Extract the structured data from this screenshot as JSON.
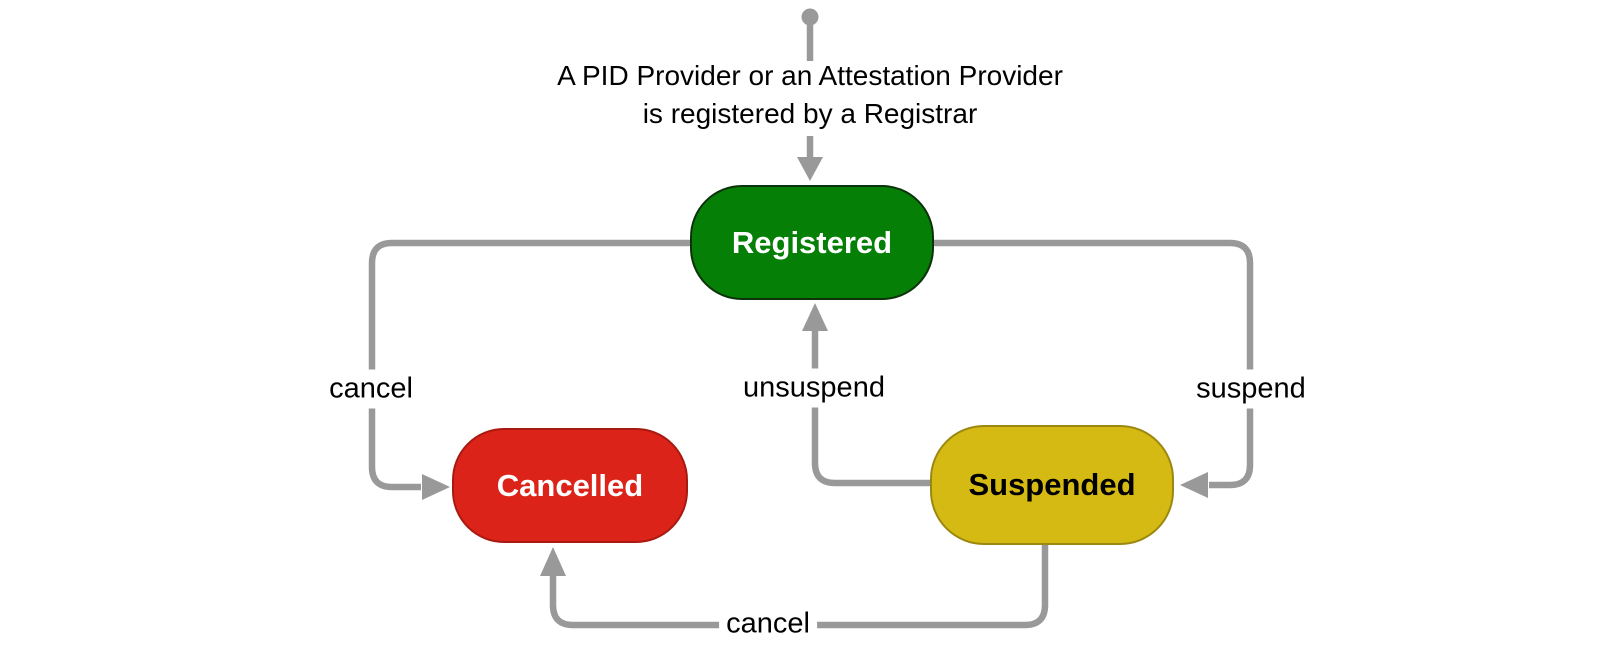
{
  "diagram": {
    "type": "state-diagram",
    "start_caption": {
      "line1": "A PID Provider or an Attestation Provider",
      "line2": "is registered by a Registrar"
    },
    "states": [
      {
        "label": "Registered",
        "fill": "#067f06",
        "border": "#0c330c",
        "text_color": "#ffffff"
      },
      {
        "label": "Cancelled",
        "fill": "#dc231a",
        "border": "#a81a10",
        "text_color": "#ffffff"
      },
      {
        "label": "Suspended",
        "fill": "#d4ba13",
        "border": "#9c8810",
        "text_color": "#000000"
      }
    ],
    "transitions": [
      {
        "from": "Registered",
        "to": "Cancelled",
        "label": "cancel"
      },
      {
        "from": "Registered",
        "to": "Suspended",
        "label": "suspend"
      },
      {
        "from": "Suspended",
        "to": "Registered",
        "label": "unsuspend"
      },
      {
        "from": "Suspended",
        "to": "Cancelled",
        "label": "cancel"
      }
    ],
    "edge_color": "#999999",
    "background_color": "#ffffff"
  }
}
